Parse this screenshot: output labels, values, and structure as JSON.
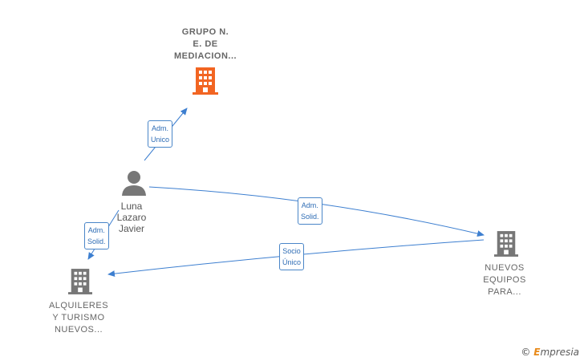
{
  "nodes": {
    "grupo": {
      "lines": [
        "GRUPO N.",
        "E. DE",
        "MEDIACION..."
      ],
      "color": "#f26522"
    },
    "luna": {
      "lines": [
        "Luna",
        "Lazaro",
        "Javier"
      ],
      "color": "#777777"
    },
    "nuevos": {
      "lines": [
        "NUEVOS",
        "EQUIPOS",
        "PARA..."
      ],
      "color": "#777777"
    },
    "alquileres": {
      "lines": [
        "ALQUILERES",
        "Y TURISMO",
        "NUEVOS..."
      ],
      "color": "#777777"
    }
  },
  "edges": {
    "adm_unico": {
      "lines": [
        "Adm.",
        "Unico"
      ]
    },
    "adm_solid_nuevos": {
      "lines": [
        "Adm.",
        "Solid."
      ]
    },
    "adm_solid_alquileres": {
      "lines": [
        "Adm.",
        "Solid."
      ]
    },
    "socio_unico": {
      "lines": [
        "Socio",
        "Único"
      ]
    }
  },
  "colors": {
    "edge": "#3d7fd0"
  },
  "watermark": {
    "copyright": "©",
    "brand_first": "E",
    "brand_rest": "mpresia"
  }
}
